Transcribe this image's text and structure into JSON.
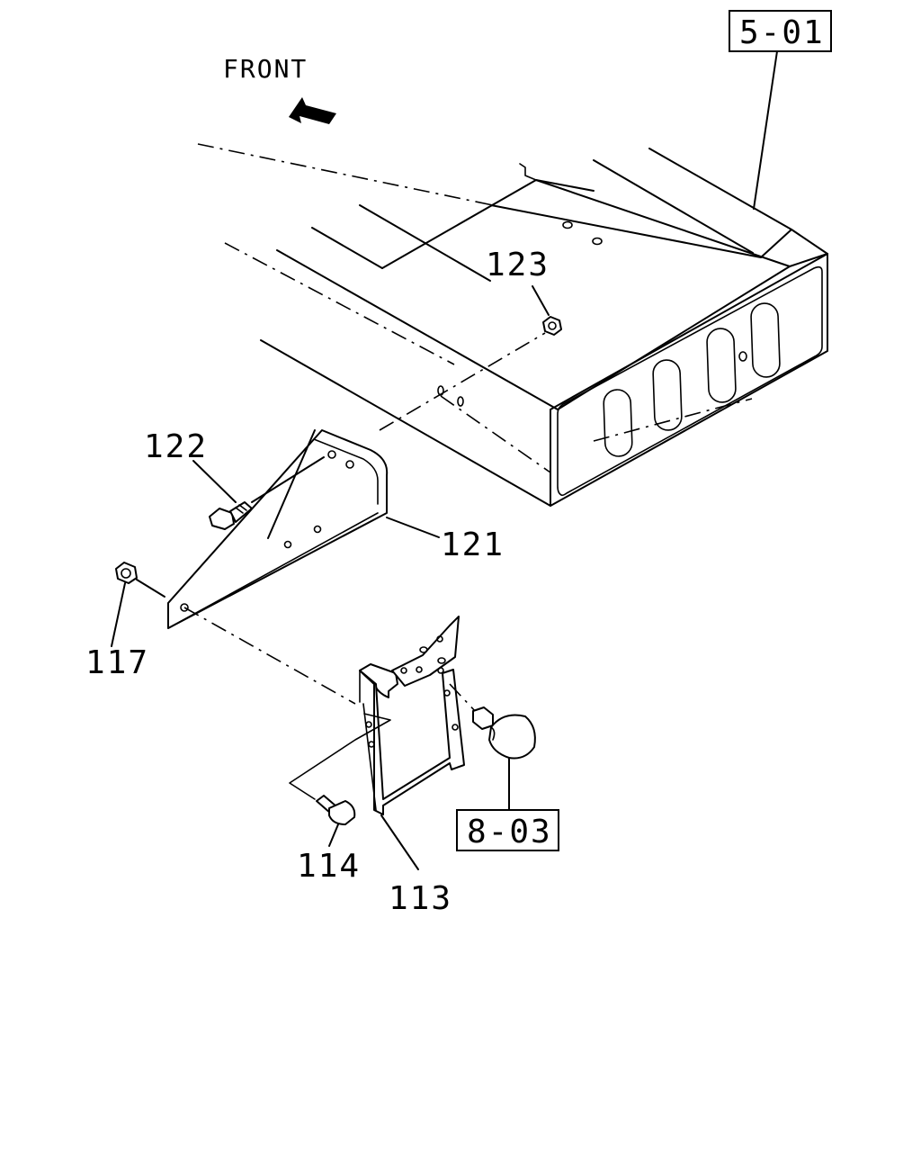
{
  "direction": {
    "label": "FRONT",
    "icon": "arrow-icon"
  },
  "references": {
    "frame": "5-01",
    "lamp": "8-03"
  },
  "callouts": {
    "p113": "113",
    "p114": "114",
    "p117": "117",
    "p121": "121",
    "p122": "122",
    "p123": "123"
  }
}
